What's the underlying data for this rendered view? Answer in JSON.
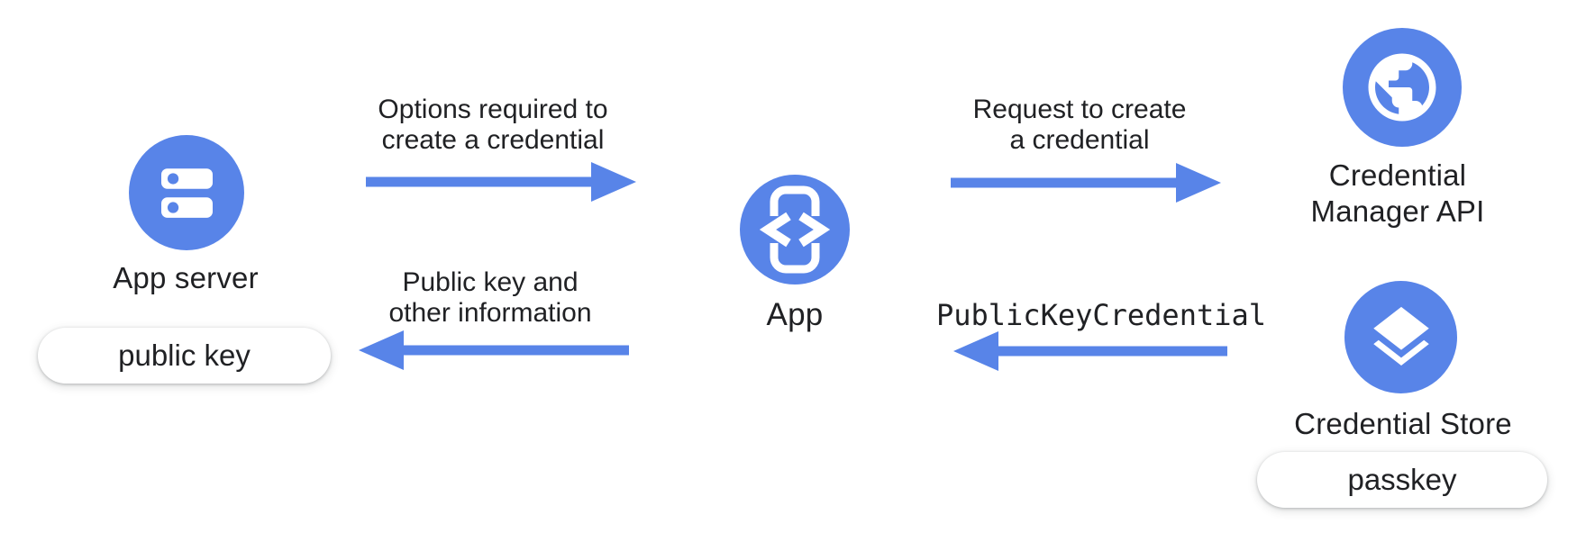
{
  "colors": {
    "accent_blue": "#5884E8",
    "text": "#202124",
    "pill_background": "#ffffff",
    "canvas_background": "#ffffff"
  },
  "entities": {
    "app_server": {
      "label": "App server",
      "icon": "server-icon",
      "badge": "public key"
    },
    "app": {
      "label": "App",
      "icon": "phone-code-icon"
    },
    "credential_manager_api": {
      "label_line1": "Credential",
      "label_line2": "Manager API",
      "icon": "globe-icon"
    },
    "credential_store": {
      "label": "Credential Store",
      "icon": "layers-icon",
      "badge": "passkey"
    }
  },
  "arrows": {
    "options_to_create": {
      "direction": "right",
      "from": "App server",
      "to": "App",
      "label_line1": "Options required to",
      "label_line2": "create a credential"
    },
    "request_to_create": {
      "direction": "right",
      "from": "App",
      "to": "Credential Manager API",
      "label_line1": "Request to create",
      "label_line2": "a credential"
    },
    "public_key_info": {
      "direction": "left",
      "from": "App",
      "to": "App server",
      "label_line1": "Public key and",
      "label_line2": "other information"
    },
    "public_key_credential": {
      "direction": "left",
      "from": "Credential Store",
      "to": "App",
      "label": "PublicKeyCredential"
    }
  }
}
